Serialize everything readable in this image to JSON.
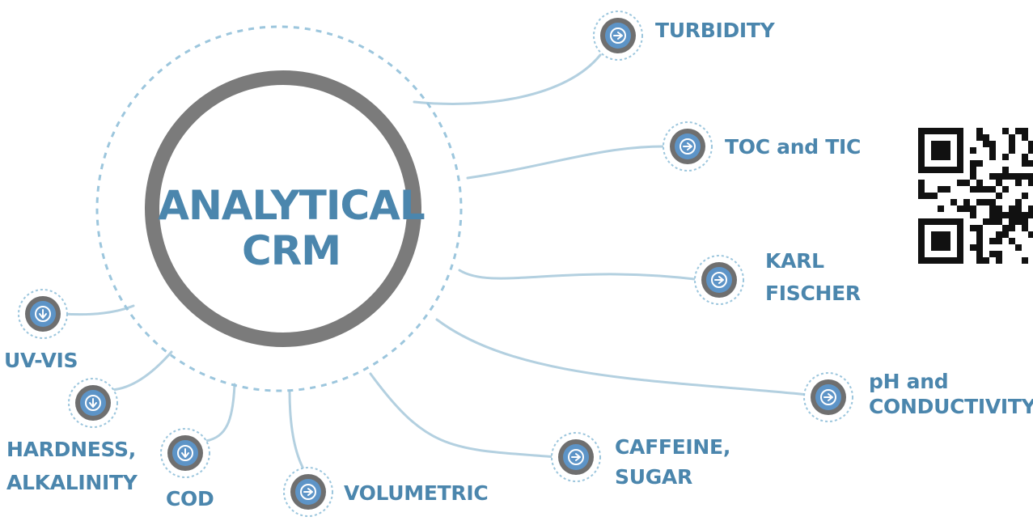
{
  "hub": {
    "line1": "ANALYTICAL",
    "line2": "CRM"
  },
  "colors": {
    "accent": "#4b86ad",
    "ring": "#7b7b7b",
    "connector": "#b3d0e0",
    "dashed": "#9cc6dd",
    "node_fill": "#5d94c7",
    "node_ring": "#6f6f6f"
  },
  "nodes": [
    {
      "id": "turbidity",
      "icon": "arrow-right-icon",
      "lines": [
        "TURBIDITY"
      ]
    },
    {
      "id": "toc-and-tic",
      "icon": "arrow-right-icon",
      "lines": [
        "TOC and TIC"
      ]
    },
    {
      "id": "karl-fischer",
      "icon": "arrow-right-icon",
      "lines": [
        "KARL",
        "FISCHER"
      ]
    },
    {
      "id": "ph-and-conductivity",
      "icon": "arrow-right-icon",
      "lines": [
        "pH and",
        "CONDUCTIVITY"
      ]
    },
    {
      "id": "caffeine-sugar",
      "icon": "arrow-right-icon",
      "lines": [
        "CAFFEINE,",
        "SUGAR"
      ]
    },
    {
      "id": "volumetric",
      "icon": "arrow-right-icon",
      "lines": [
        "VOLUMETRIC"
      ]
    },
    {
      "id": "cod",
      "icon": "arrow-down-icon",
      "lines": [
        "COD"
      ]
    },
    {
      "id": "hardness-alkalinity",
      "icon": "arrow-down-icon",
      "lines": [
        "HARDNESS,",
        "ALKALINITY"
      ]
    },
    {
      "id": "uv-vis",
      "icon": "arrow-down-icon",
      "lines": [
        "UV-VIS"
      ]
    }
  ],
  "qr_code": {
    "icon": "qr-code-icon"
  }
}
